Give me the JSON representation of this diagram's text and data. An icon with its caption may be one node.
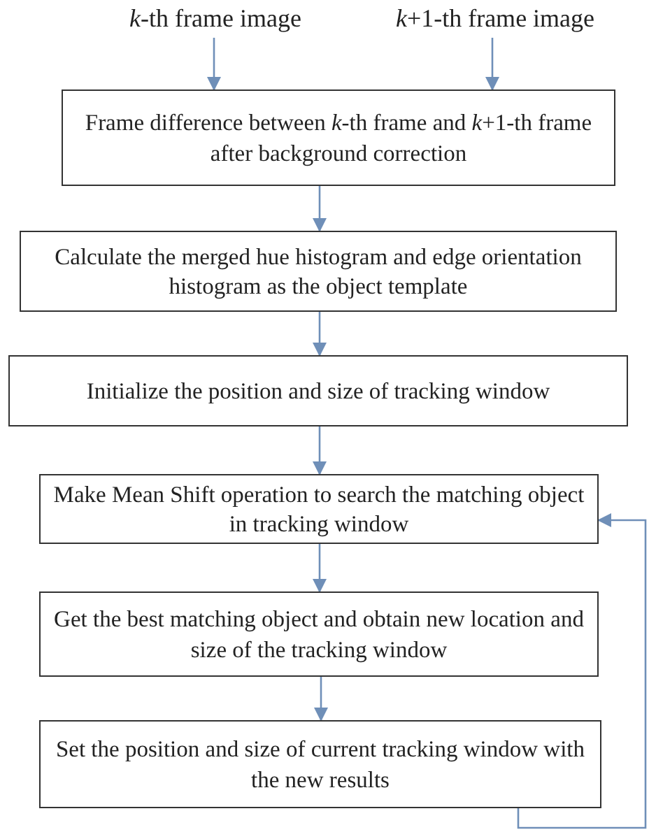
{
  "diagram": {
    "nodes": [
      {
        "text": [
          "*k*-th frame image"
        ]
      },
      {
        "text": [
          "*k*+1-th frame image"
        ]
      },
      {
        "text": [
          "Frame difference between *k*-th frame and *k*+1-th frame after background correction"
        ]
      },
      {
        "text": [
          "Calculate the merged hue histogram and edge orientation histogram as the object template"
        ]
      },
      {
        "text": [
          "Initialize the position and size of tracking window"
        ]
      },
      {
        "text": [
          "Make Mean Shift operation to search the matching object in tracking window"
        ]
      },
      {
        "text": [
          "Get the best matching object and obtain new location and size of the tracking window"
        ]
      },
      {
        "text": [
          "Set the position and size of current tracking window with the new results"
        ]
      }
    ],
    "edges": [
      {
        "from": 0,
        "to": 2,
        "arrow": "to"
      },
      {
        "from": 1,
        "to": 2,
        "arrow": "to"
      },
      {
        "from": 2,
        "to": 3,
        "arrow": "to"
      },
      {
        "from": 3,
        "to": 4,
        "arrow": "to"
      },
      {
        "from": 4,
        "to": 5,
        "arrow": "to"
      },
      {
        "from": 5,
        "to": 6,
        "arrow": "to"
      },
      {
        "from": 6,
        "to": 7,
        "arrow": "to"
      },
      {
        "from": 7,
        "to": 5,
        "arrow": "to"
      }
    ]
  }
}
